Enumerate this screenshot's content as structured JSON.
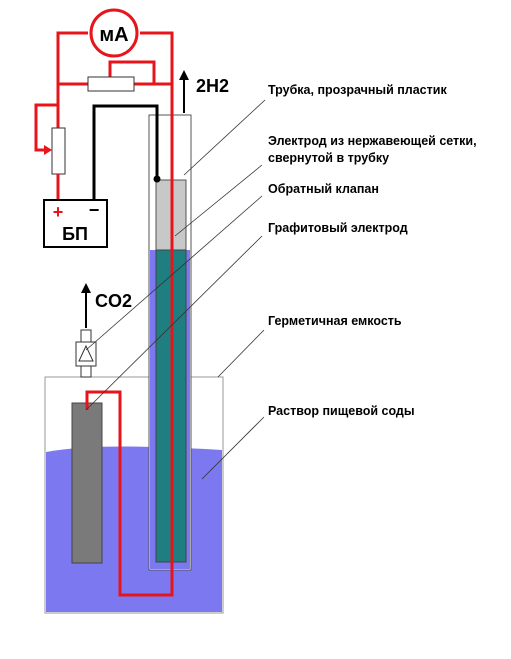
{
  "meter": {
    "label": "мА"
  },
  "power_supply": {
    "label": "БП",
    "plus": "+",
    "minus": "−"
  },
  "gases": {
    "h2": "2H2",
    "co2": "CO2"
  },
  "labels": {
    "tube": "Трубка, прозрачный пластик",
    "mesh_electrode_line1": "Электрод из нержавеющей сетки,",
    "mesh_electrode_line2": "свернутой в трубку",
    "check_valve": "Обратный клапан",
    "graphite_electrode": "Графитовый электрод",
    "sealed_container": "Герметичная емкость",
    "soda_solution": "Раствор пищевой соды"
  },
  "colors": {
    "wire_red": "#e8141c",
    "wire_black": "#000000",
    "solution": "#7b78f0",
    "mesh_electrode": "#1e7e80",
    "mesh_electrode_top": "#c8c8c8",
    "graphite": "#7a7a7a"
  }
}
